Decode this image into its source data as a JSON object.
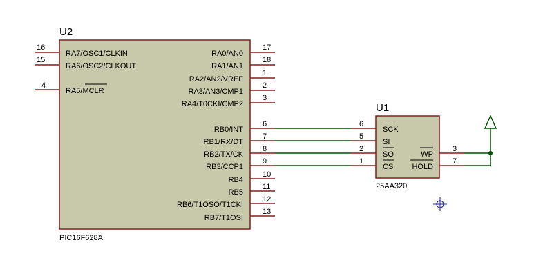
{
  "colors": {
    "body_fill": "#c8c8aa",
    "body_stroke": "#8a1b1b",
    "pin": "#8a1b1b",
    "wire": "#005000",
    "marker": "#1a1aa0"
  },
  "u2": {
    "ref": "U2",
    "value": "PIC16F628A",
    "left_pins": [
      {
        "num": "16",
        "name": "RA7/OSC1/CLKIN"
      },
      {
        "num": "15",
        "name": "RA6/OSC2/CLKOUT"
      },
      {
        "num": "4",
        "name": "RA5/MCLR",
        "overbar": "MCLR"
      }
    ],
    "right_pins": [
      {
        "num": "17",
        "name": "RA0/AN0"
      },
      {
        "num": "18",
        "name": "RA1/AN1"
      },
      {
        "num": "1",
        "name": "RA2/AN2/VREF"
      },
      {
        "num": "2",
        "name": "RA3/AN3/CMP1"
      },
      {
        "num": "3",
        "name": "RA4/T0CKI/CMP2"
      },
      {
        "num": "6",
        "name": "RB0/INT"
      },
      {
        "num": "7",
        "name": "RB1/RX/DT"
      },
      {
        "num": "8",
        "name": "RB2/TX/CK"
      },
      {
        "num": "9",
        "name": "RB3/CCP1"
      },
      {
        "num": "10",
        "name": "RB4"
      },
      {
        "num": "11",
        "name": "RB5"
      },
      {
        "num": "12",
        "name": "RB6/T1OSO/T1CKI"
      },
      {
        "num": "13",
        "name": "RB7/T1OSI"
      }
    ]
  },
  "u1": {
    "ref": "U1",
    "value": "25AA320",
    "left_pins": [
      {
        "num": "6",
        "name": "SCK"
      },
      {
        "num": "5",
        "name": "SI"
      },
      {
        "num": "2",
        "name": "SO",
        "overbar": "SO"
      },
      {
        "num": "1",
        "name": "CS",
        "overbar": "CS"
      }
    ],
    "right_pins": [
      {
        "num": "3",
        "name": "WP",
        "overbar": "WP"
      },
      {
        "num": "7",
        "name": "HOLD",
        "overbar": "HOLD"
      }
    ]
  }
}
